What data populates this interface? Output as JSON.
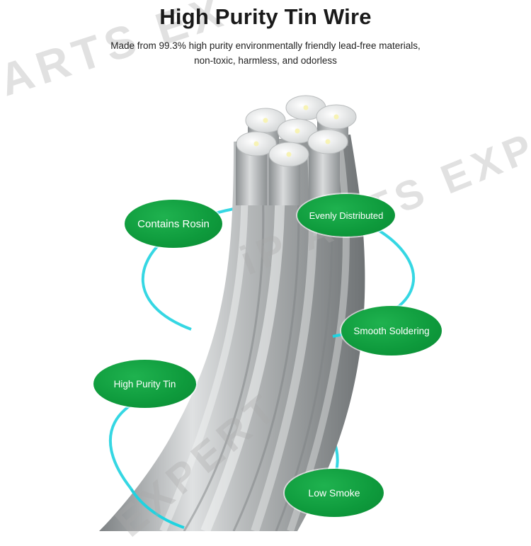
{
  "title": "High Purity Tin Wire",
  "subtitle": {
    "line1": "Made from 99.3% high purity environmentally friendly lead-free materials,",
    "line2": "non-toxic, harmless, and odorless"
  },
  "badges": {
    "contains_rosin": "Contains Rosin",
    "evenly_distributed": "Evenly Distributed",
    "smooth_soldering": "Smooth Soldering",
    "high_purity_tin": "High Purity Tin",
    "low_smoke": "Low Smoke"
  },
  "watermark": {
    "top_left": "ARTS EX",
    "right": "iP ARTS EXPE",
    "bottom": "EXPERT"
  },
  "colors": {
    "badge_green": "#0e9a3c",
    "ring_cyan": "#1fd3e0",
    "wire_silver": "#a9acae"
  }
}
